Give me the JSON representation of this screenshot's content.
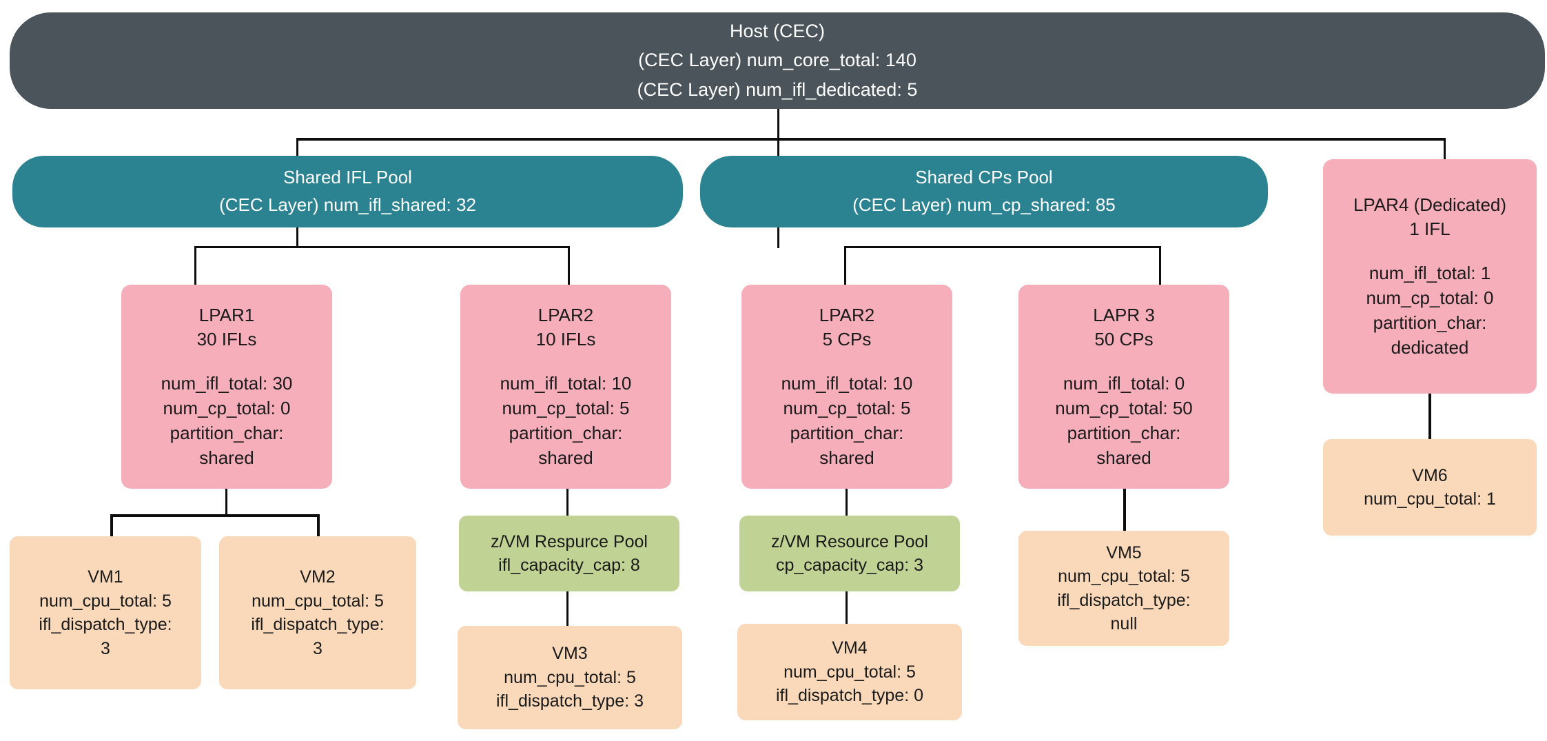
{
  "diagram": {
    "title_node": "host",
    "colors": {
      "host_bg": "#4a545a",
      "pool_bg": "#2b8391",
      "lpar_bg": "#f6aebb",
      "zvm_bg": "#c0d394",
      "vm_bg": "#fad9bb",
      "edge": "#0d0d0d",
      "host_text": "#ffffff",
      "pool_text": "#ffffff",
      "node_text": "#1a1a1a"
    }
  },
  "host": {
    "name": "Host (CEC)",
    "metric_core_total": "(CEC Layer) num_core_total: 140",
    "metric_ifl_dedicated": "(CEC Layer) num_ifl_dedicated: 5"
  },
  "pools": {
    "ifl": {
      "name": "Shared IFL Pool",
      "metric": "(CEC Layer) num_ifl_shared: 32"
    },
    "cp": {
      "name": "Shared CPs Pool",
      "metric": "(CEC Layer) num_cp_shared: 85"
    }
  },
  "lpars": {
    "lpar1": {
      "name": "LPAR1",
      "subtitle": "30 IFLs",
      "num_ifl_total": "num_ifl_total: 30",
      "num_cp_total": "num_cp_total: 0",
      "partition_char_label": "partition_char:",
      "partition_char_value": "shared"
    },
    "lpar2_ifl": {
      "name": "LPAR2",
      "subtitle": "10 IFLs",
      "num_ifl_total": "num_ifl_total: 10",
      "num_cp_total": "num_cp_total: 5",
      "partition_char_label": "partition_char:",
      "partition_char_value": "shared"
    },
    "lpar2_cp": {
      "name": "LPAR2",
      "subtitle": "5 CPs",
      "num_ifl_total": "num_ifl_total: 10",
      "num_cp_total": "num_cp_total: 5",
      "partition_char_label": "partition_char:",
      "partition_char_value": "shared"
    },
    "lapr3": {
      "name": "LAPR 3",
      "subtitle": "50 CPs",
      "num_ifl_total": "num_ifl_total: 0",
      "num_cp_total": "num_cp_total: 50",
      "partition_char_label": "partition_char:",
      "partition_char_value": "shared"
    },
    "lpar4": {
      "name": "LPAR4 (Dedicated)",
      "subtitle": "1 IFL",
      "num_ifl_total": "num_ifl_total: 1",
      "num_cp_total": "num_cp_total: 0",
      "partition_char_label": "partition_char:",
      "partition_char_value": "dedicated"
    }
  },
  "zvm_pools": {
    "ifl_pool": {
      "name": "z/VM Respurce Pool",
      "metric": "ifl_capacity_cap: 8"
    },
    "cp_pool": {
      "name": "z/VM Resource Pool",
      "metric": "cp_capacity_cap: 3"
    }
  },
  "vms": {
    "vm1": {
      "name": "VM1",
      "num_cpu_total": "num_cpu_total: 5",
      "ifl_dispatch_type_label": "ifl_dispatch_type:",
      "ifl_dispatch_type_value": "3"
    },
    "vm2": {
      "name": "VM2",
      "num_cpu_total": "num_cpu_total: 5",
      "ifl_dispatch_type_label": "ifl_dispatch_type:",
      "ifl_dispatch_type_value": "3"
    },
    "vm3": {
      "name": "VM3",
      "num_cpu_total": "num_cpu_total: 5",
      "ifl_dispatch_type": "ifl_dispatch_type: 3"
    },
    "vm4": {
      "name": "VM4",
      "num_cpu_total": "num_cpu_total: 5",
      "ifl_dispatch_type": "ifl_dispatch_type: 0"
    },
    "vm5": {
      "name": "VM5",
      "num_cpu_total": "num_cpu_total: 5",
      "ifl_dispatch_type_label": "ifl_dispatch_type:",
      "ifl_dispatch_type_value": "null"
    },
    "vm6": {
      "name": "VM6",
      "num_cpu_total": "num_cpu_total: 1"
    }
  }
}
